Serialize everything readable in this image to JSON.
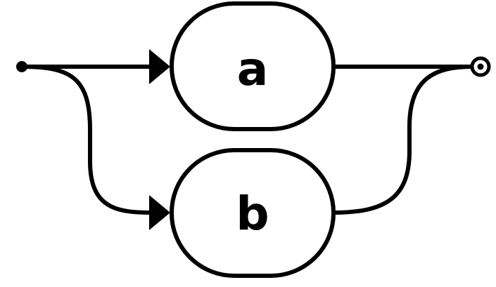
{
  "diagram": {
    "type": "railroad-syntax-diagram",
    "branches": [
      {
        "label": "a"
      },
      {
        "label": "b"
      }
    ],
    "colors": {
      "stroke": "#000000",
      "background": "#ffffff"
    }
  }
}
